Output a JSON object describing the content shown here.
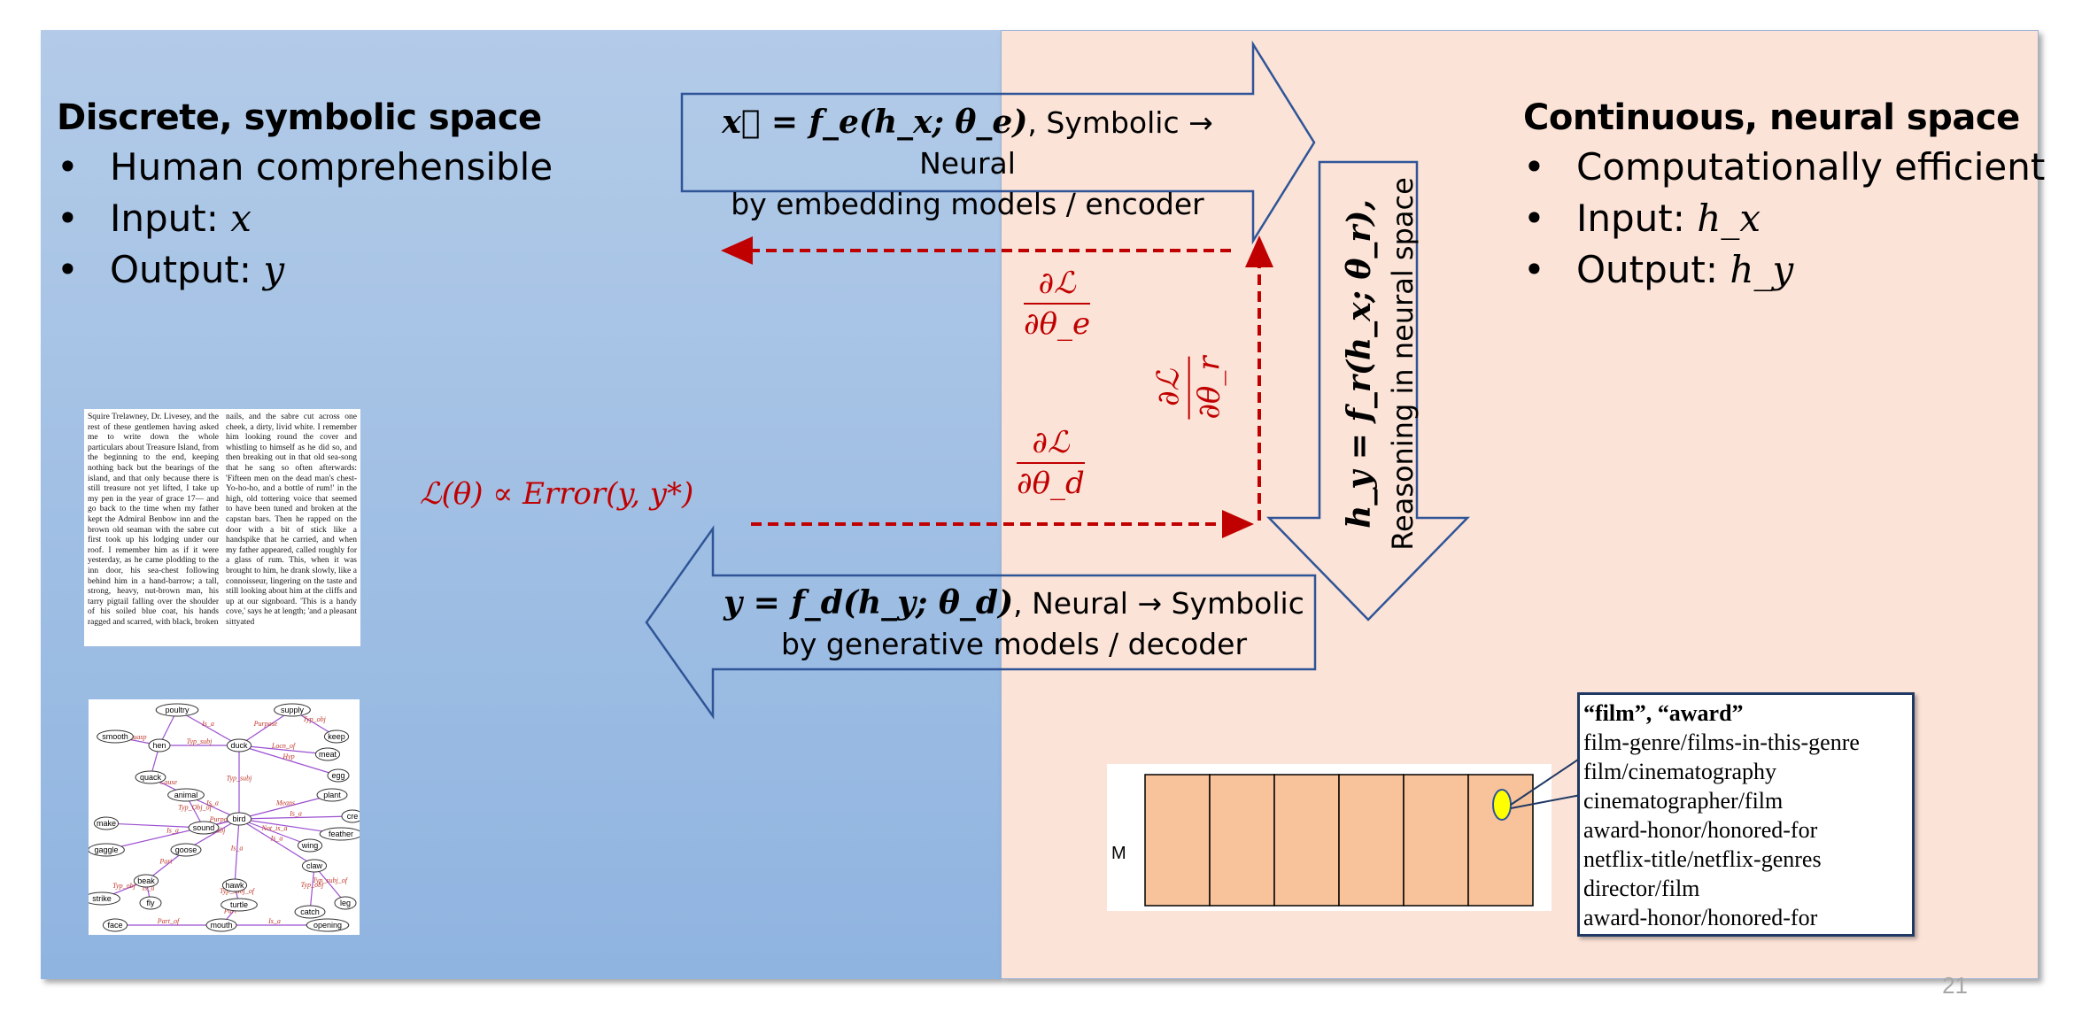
{
  "left_panel": {
    "title": "Discrete, symbolic space",
    "bullets": [
      {
        "prefix": "Human comprehensible",
        "math": ""
      },
      {
        "prefix": "Input: ",
        "math": "x"
      },
      {
        "prefix": "Output: ",
        "math": "y"
      }
    ]
  },
  "right_panel": {
    "title": "Continuous, neural space",
    "bullets": [
      {
        "prefix": "Computationally efficient",
        "math": ""
      },
      {
        "prefix": "Input: ",
        "math": "h_x"
      },
      {
        "prefix": "Output: ",
        "math": "h_y"
      }
    ]
  },
  "encoder_arrow": {
    "equation": "x⃗ = f_e(h_x; θ_e)",
    "line1_text": ", Symbolic → Neural",
    "line2": "by embedding models / encoder"
  },
  "decoder_arrow": {
    "equation": "y = f_d(h_y; θ_d)",
    "line1_text": ", Neural → Symbolic",
    "line2": "by generative models / decoder"
  },
  "reasoning_arrow": {
    "equation": "h_y = f_r(h_x; θ_r),",
    "line2": "Reasoning in neural space"
  },
  "gradients": {
    "encoder": {
      "num": "∂ℒ",
      "den": "∂θ_e"
    },
    "reasoning": {
      "num": "∂ℒ",
      "den": "∂θ_r"
    },
    "decoder": {
      "num": "∂ℒ",
      "den": "∂θ_d"
    }
  },
  "loss_formula": "ℒ(θ) ∝ Error(y, y*)",
  "document_thumbnail": {
    "col1": "Squire Trelawney, Dr. Livesey, and the rest of these gentlemen having asked me to write down the whole particulars about Treasure Island, from the beginning to the end, keeping nothing back but the bearings of the island, and that only because there is still treasure not yet lifted, I take up my pen in the year of grace 17— and go back to the time when my father kept the Admiral Benbow inn and the brown old seaman with the sabre cut first took up his lodging under our roof. I remember him as if it were yesterday, as he came plodding to the inn door, his sea-chest following behind him in a hand-barrow; a tall, strong, heavy, nut-brown man, his tarry pigtail falling over the shoulder of his soiled blue coat, his hands ragged and scarred, with black, broken",
    "col2": "nails, and the sabre cut across one cheek, a dirty, livid white. I remember him looking round the cover and whistling to himself as he did so, and then breaking out in that old sea-song that he sang so often afterwards: 'Fifteen men on the dead man's chest-Yo-ho-ho, and a bottle of rum!' in the high, old tottering voice that seemed to have been tuned and broken at the capstan bars. Then he rapped on the door with a bit of stick like a handspike that he carried, and when my father appeared, called roughly for a glass of rum. This, when it was brought to him, he drank slowly, like a connoisseur, lingering on the taste and still looking about him at the cliffs and up at our signboard. 'This is a handy cove,' says he at length; 'and a pleasant sittyated"
  },
  "semantic_net": {
    "nodes": [
      "poultry",
      "supply",
      "smooth",
      "hen",
      "duck",
      "keep",
      "quack",
      "meat",
      "egg",
      "animal",
      "plant",
      "cre",
      "make",
      "sound",
      "bird",
      "feather",
      "gaggle",
      "goose",
      "wing",
      "claw",
      "beak",
      "hawk",
      "strike",
      "fly",
      "turtle",
      "catch",
      "leg",
      "face",
      "mouth",
      "opening"
    ],
    "edges": [
      "Is_a",
      "Purpose",
      "Typ_obj",
      "Quasp",
      "Typ_subj",
      "Cause",
      "Typ_Obj_of",
      "Purpose",
      "Is_a",
      "Typ_subj",
      "Not_is_a",
      "Is_a",
      "Part",
      "Typ_obj",
      "Is_a",
      "Is_a",
      "Typ_subj_of",
      "Part",
      "Part_of",
      "Is_a",
      "Typ_subj_of",
      "Typ_obj",
      "Is_a",
      "Typ_subj",
      "Locn_of",
      "Hyp",
      "Means",
      "Is_a"
    ]
  },
  "matrix": {
    "label": "M",
    "cells": 6
  },
  "relation_list": {
    "title": "“film”, “award”",
    "items": [
      "film-genre/films-in-this-genre",
      "film/cinematography",
      "cinematographer/film",
      "award-honor/honored-for",
      "netflix-title/netflix-genres",
      "director/film",
      "award-honor/honored-for"
    ]
  },
  "page_number": "21",
  "colors": {
    "left_panel": "#9dbde4",
    "right_panel": "#fbe3d7",
    "arrow_outline": "#2f5597",
    "gradient": "#c00000",
    "matrix_cell": "#f8c39a",
    "highlight": "#ffff00"
  }
}
